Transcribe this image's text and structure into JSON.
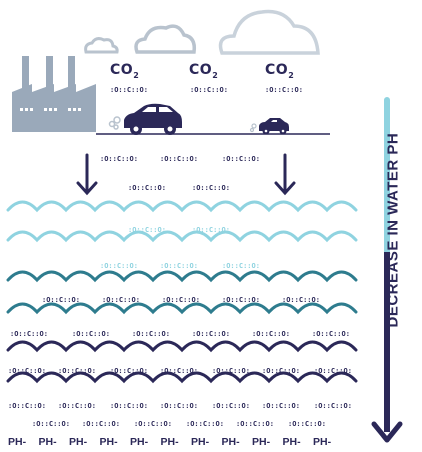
{
  "co2_labels": [
    "CO",
    "CO",
    "CO"
  ],
  "co2_subscript": "2",
  "lewis_formula": "O=C=O",
  "ph_label": "PH-",
  "side_label": "DECREASE IN WATER PH",
  "colors": {
    "cloud": "#b9c3ce",
    "factory": "#9aa9ba",
    "car": "#2b2858",
    "arrow": "#2b2858",
    "wave1": "#8fd3e0",
    "wave2": "#2e7c8e",
    "wave3": "#2b2858",
    "bar_light": "#8fd3e0",
    "bar_dark": "#2b2858"
  },
  "icons": [
    "cloud-icon",
    "factory-icon",
    "car-icon",
    "down-arrow-icon"
  ]
}
